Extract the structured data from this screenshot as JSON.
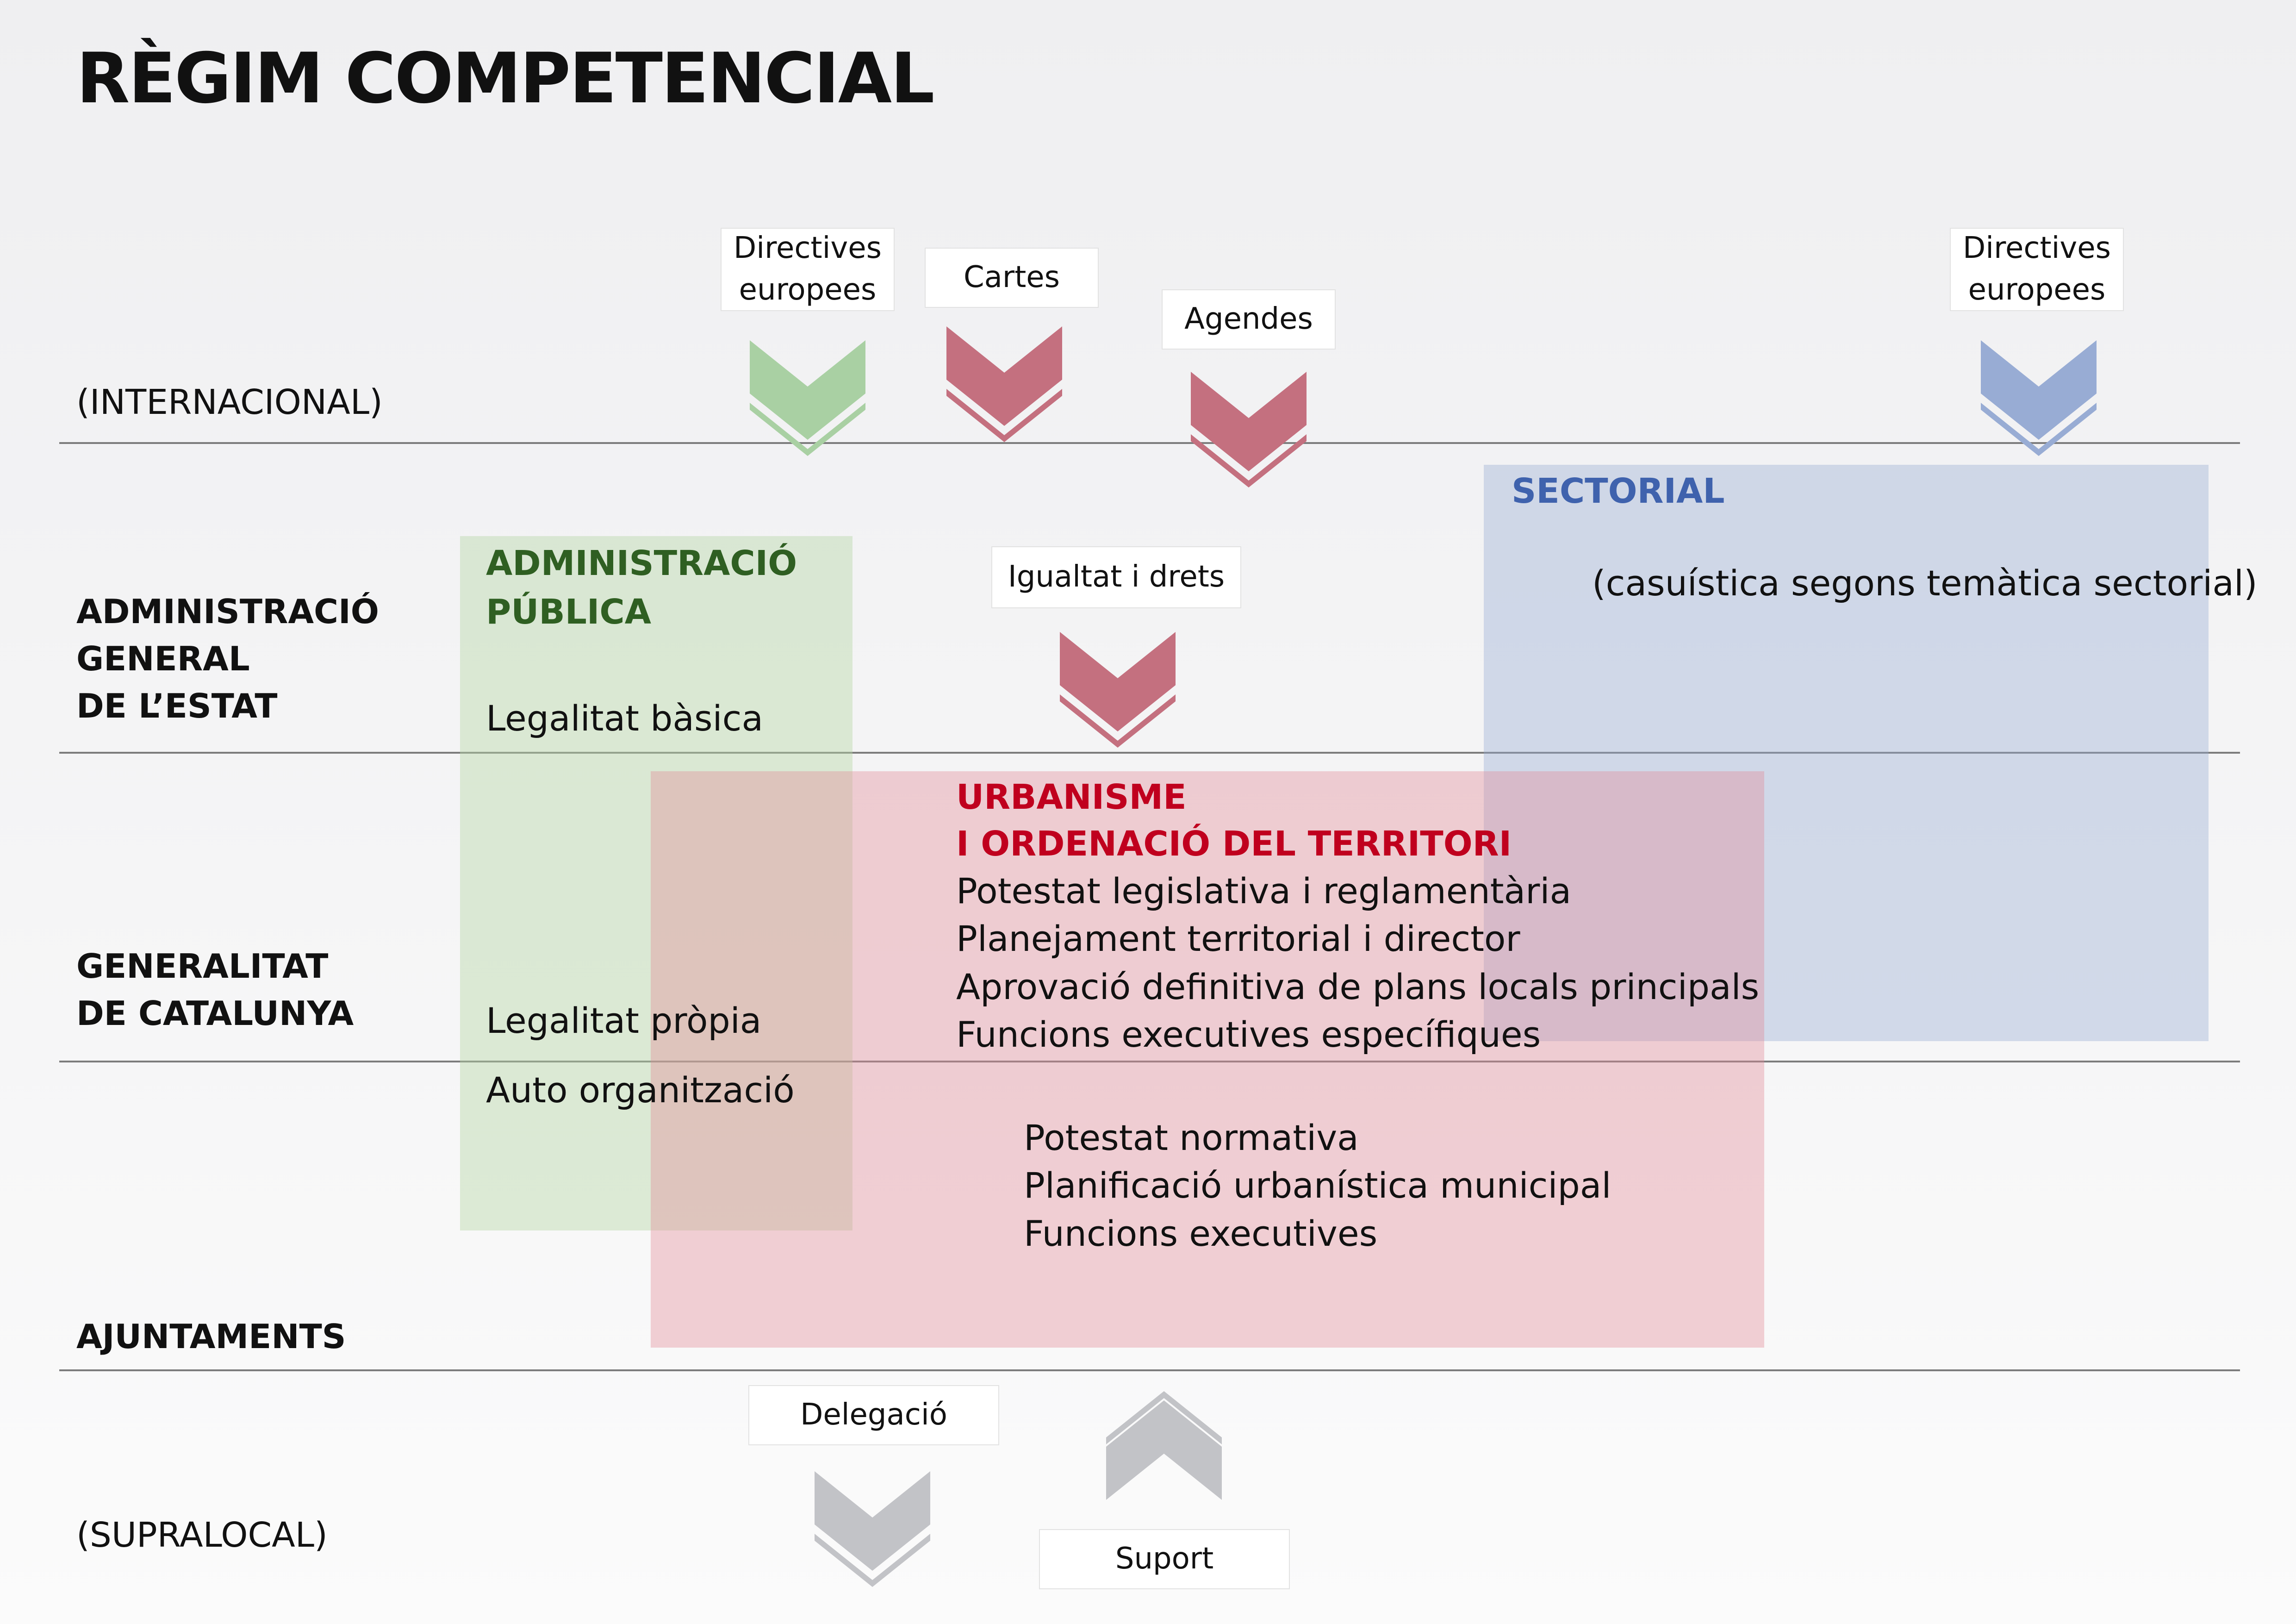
{
  "title": "RÈGIM COMPETENCIAL",
  "levels": {
    "internacional": "(INTERNACIONAL)",
    "estat": [
      "ADMINISTRACIÓ",
      "GENERAL",
      "DE L’ESTAT"
    ],
    "generalitat": [
      "GENERALITAT",
      "DE CATALUNYA"
    ],
    "ajuntaments": "AJUNTAMENTS",
    "supralocal": "(SUPRALOCAL)"
  },
  "boxes": {
    "directives_1": [
      "Directives",
      "europees"
    ],
    "cartes": "Cartes",
    "agendes": "Agendes",
    "directives_2": [
      "Directives",
      "europees"
    ],
    "igualtat": "Igualtat i drets",
    "delegacio": "Delegació",
    "suport": "Suport"
  },
  "admin_publica": {
    "heading": [
      "ADMINISTRACIÓ",
      "PÚBLICA"
    ],
    "legalitat_basica": "Legalitat bàsica",
    "legalitat_propia": "Legalitat pròpia",
    "auto_organitzacio": "Auto organització"
  },
  "sectorial": {
    "heading": "SECTORIAL",
    "note": "(casuística segons temàtica sectorial)"
  },
  "urbanisme": {
    "heading": [
      "URBANISME",
      "I ORDENACIÓ DEL TERRITORI"
    ],
    "generalitat_items": [
      "Potestat legislativa i reglamentària",
      "Planejament territorial i director",
      "Aprovació definitiva de plans locals principals",
      "Funcions executives específiques"
    ],
    "municipal_items": [
      "Potestat normativa",
      "Planificació urbanística municipal",
      "Funcions executives"
    ]
  },
  "colors": {
    "green_arrow": "#a9d0a3",
    "red_arrow": "#c4707f",
    "blue_arrow": "#98acd4",
    "gray_arrow": "#c2c3c7",
    "green_heading": "#2f5f22",
    "blue_heading": "#3f62ad",
    "red_heading": "#c0001e"
  }
}
